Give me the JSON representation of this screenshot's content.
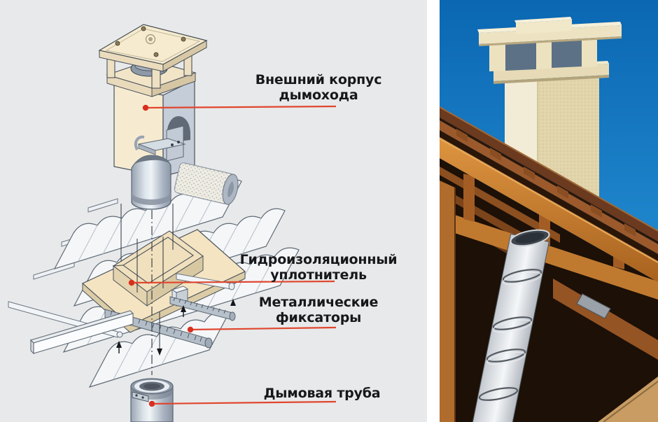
{
  "diagram": {
    "labels": {
      "outer_body": {
        "line1": "Внешний корпус",
        "line2": "дымохода"
      },
      "seal": {
        "line1": "Гидроизоляционный",
        "line2": "уплотнитель"
      },
      "fixators": {
        "line1": "Металлические",
        "line2": "фиксаторы"
      },
      "pipe": {
        "line1": "Дымовая труба"
      }
    },
    "colors": {
      "panel_background": "#e8e9ea",
      "leader_line_red": "#e0462e",
      "marker_dot_red": "#d92f1f",
      "casing_beige": "#f4e6c8",
      "metal_gray": "#c3ccd6"
    },
    "markers": [
      "red-dot-outer-casing",
      "red-dot-seal-plate",
      "red-dot-fixator-strip",
      "red-dot-smoke-pipe"
    ]
  },
  "photo": {
    "colors": {
      "sky_top": "#0b67b2",
      "sky_bottom": "#2f9bdc",
      "timber_orange": "#c07a30",
      "stucco_cream": "#e9ddb4",
      "flue_metal": "#c9ced4"
    }
  }
}
